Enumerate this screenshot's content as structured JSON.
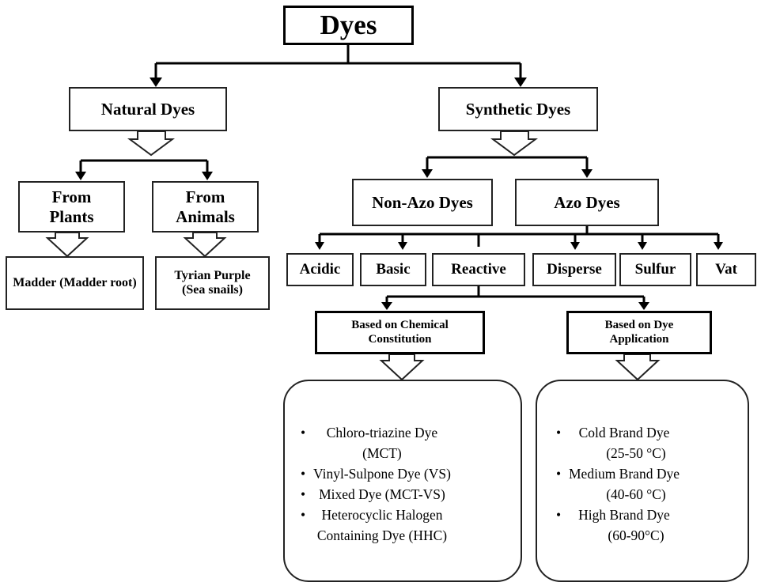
{
  "root": "Dyes",
  "natural": {
    "label": "Natural Dyes",
    "plants": {
      "line1": "From",
      "line2": "Plants",
      "example": "Madder (Madder root)"
    },
    "animals": {
      "line1": "From",
      "line2": "Animals",
      "example_line1": "Tyrian Purple",
      "example_line2": "(Sea snails)"
    }
  },
  "synthetic": {
    "label": "Synthetic Dyes",
    "non_azo": "Non-Azo Dyes",
    "azo": "Azo Dyes",
    "azo_types": [
      "Acidic",
      "Basic",
      "Reactive",
      "Disperse",
      "Sulfur",
      "Vat"
    ]
  },
  "reactive": {
    "chemical": {
      "line1": "Based on Chemical",
      "line2": "Constitution",
      "items": [
        {
          "text": "Chloro-triazine Dye",
          "sub": "(MCT)"
        },
        {
          "text": "Vinyl-Sulpone Dye (VS)",
          "sub": ""
        },
        {
          "text": "Mixed Dye (MCT-VS)",
          "sub": ""
        },
        {
          "text": "Heterocyclic Halogen",
          "sub": "Containing Dye (HHC)"
        }
      ]
    },
    "application": {
      "line1": "Based on Dye",
      "line2": "Application",
      "items": [
        {
          "text": "Cold Brand Dye",
          "sub": "(25-50 °C)"
        },
        {
          "text": "Medium Brand  Dye",
          "sub": "(40-60 °C)"
        },
        {
          "text": "High Brand Dye",
          "sub": "(60-90°C)"
        }
      ]
    }
  }
}
